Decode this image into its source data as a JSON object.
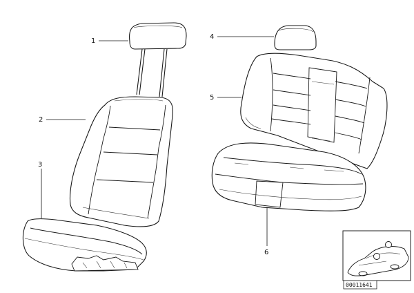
{
  "callouts": {
    "c1": "1",
    "c2": "2",
    "c3": "3",
    "c4": "4",
    "c5": "5",
    "c6": "6"
  },
  "inset": {
    "code": "00011641"
  }
}
